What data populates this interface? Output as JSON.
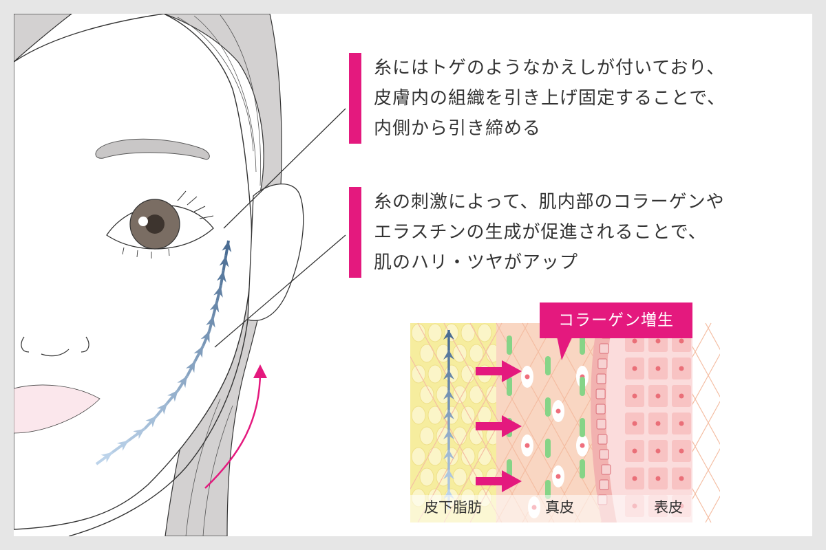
{
  "captions": [
    {
      "lines": [
        "糸にはトゲのようなかえしが付いており、",
        "皮膚内の組織を引き上げ固定することで、",
        "内側から引き締める"
      ]
    },
    {
      "lines": [
        "糸の刺激によって、肌内部のコラーゲンや",
        "エラスチンの生成が促進されることで、",
        "肌のハリ・ツヤがアップ"
      ]
    }
  ],
  "diagram": {
    "badge": "コラーゲン増生",
    "layers": {
      "fat": "皮下脂肪",
      "dermis": "真皮",
      "epidermis": "表皮"
    }
  },
  "colors": {
    "accent": "#e4197e",
    "thread_top": "#4b6d93",
    "thread_bottom": "#bcd3ea",
    "hair": "#d3d1d1",
    "fat_layer": "#f6ed9e",
    "dermis_layer": "#f9d6c2",
    "epidermis_layer": "#fbdcdc",
    "collagen": "#86d487"
  }
}
